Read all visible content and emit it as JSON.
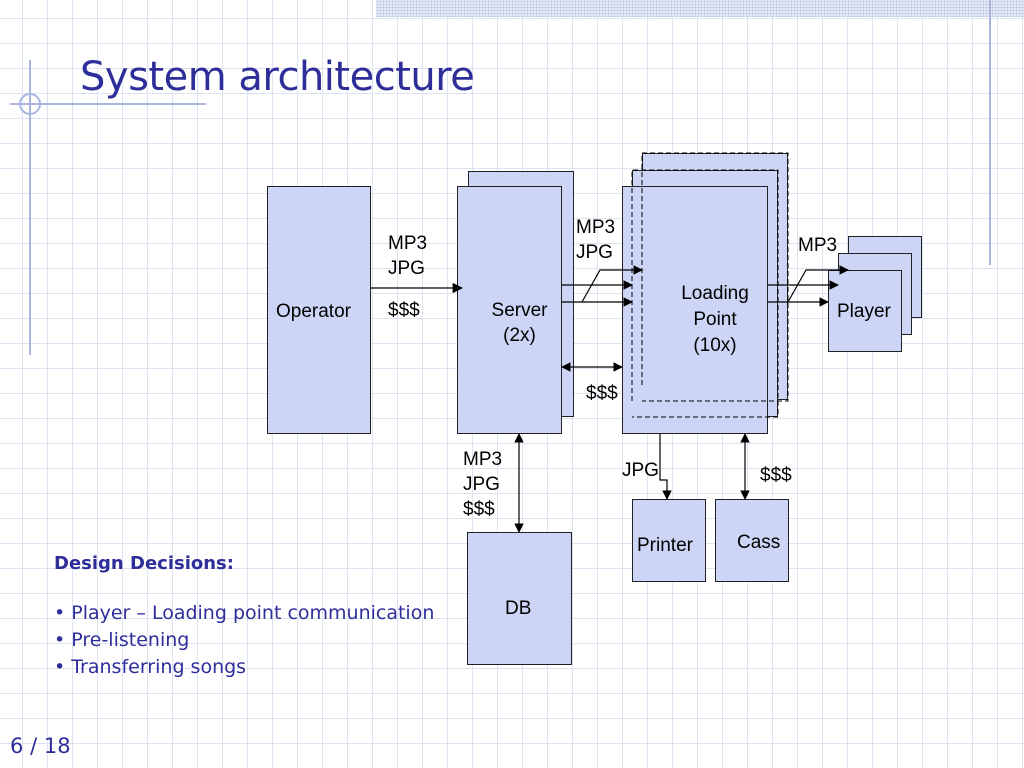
{
  "slide": {
    "title": "System architecture",
    "page_current": "6",
    "page_total": "18",
    "page_separator": "/"
  },
  "diagram": {
    "operator": "Operator",
    "server": [
      "Server",
      "(2x)"
    ],
    "loading_point": [
      "Loading",
      "Point",
      "(10x)"
    ],
    "player": "Player",
    "db": "DB",
    "printer": "Printer",
    "cass": "Cass",
    "flow_operator_server": [
      "MP3",
      "JPG",
      "$$$"
    ],
    "flow_server_loading": [
      "MP3",
      "JPG"
    ],
    "flow_server_loading_money": "$$$",
    "flow_loading_player": "MP3",
    "flow_server_db": [
      "MP3",
      "JPG",
      "$$$"
    ],
    "flow_loading_printer": "JPG",
    "flow_loading_cass": "$$$"
  },
  "design_decisions": {
    "heading": "Design Decisions:",
    "items": [
      "• Player – Loading point communication",
      "• Pre-listening",
      "• Transferring songs"
    ]
  },
  "colors": {
    "accent": "#2e2e9a",
    "box_fill": "#ccd5f5",
    "grid": "#dde3f1"
  }
}
